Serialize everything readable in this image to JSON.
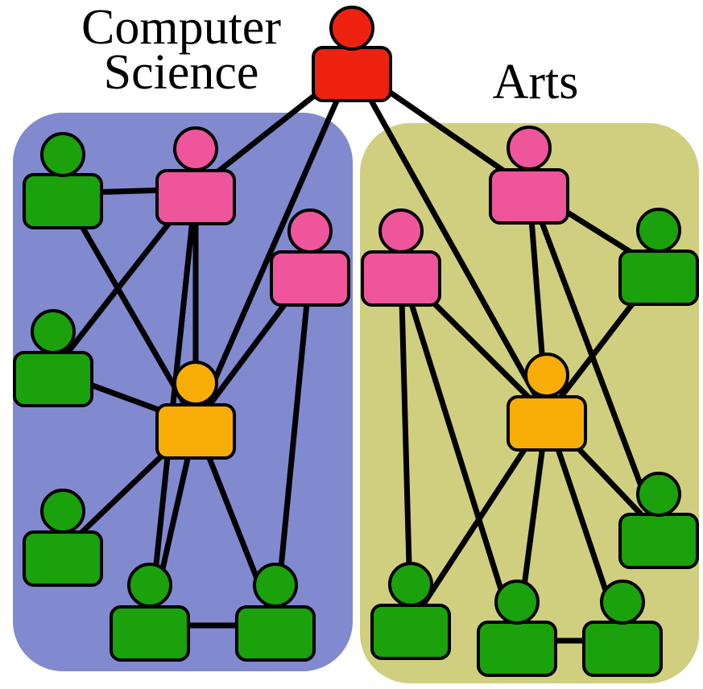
{
  "groups": {
    "computer_science": {
      "title_line1": "Computer",
      "title_line2": "Science",
      "color": "#8189cf"
    },
    "arts": {
      "title": "Arts",
      "color": "#cfcf7f"
    }
  },
  "legend_colors": {
    "top": "#ee2211",
    "hub": "#f8ad06",
    "connector": "#ee559a",
    "member": "#1aa10c"
  },
  "nodes": [
    {
      "id": "top",
      "role": "top"
    },
    {
      "id": "cs-hub",
      "role": "hub"
    },
    {
      "id": "cs-pink-upper",
      "role": "connector"
    },
    {
      "id": "cs-pink-right",
      "role": "connector"
    },
    {
      "id": "cs-green-topleft",
      "role": "member"
    },
    {
      "id": "cs-green-midleft",
      "role": "member"
    },
    {
      "id": "cs-green-lowleft",
      "role": "member"
    },
    {
      "id": "cs-green-bottom1",
      "role": "member"
    },
    {
      "id": "cs-green-bottom2",
      "role": "member"
    },
    {
      "id": "arts-hub",
      "role": "hub"
    },
    {
      "id": "arts-pink-upper",
      "role": "connector"
    },
    {
      "id": "arts-pink-left",
      "role": "connector"
    },
    {
      "id": "arts-green-right-upper",
      "role": "member"
    },
    {
      "id": "arts-green-right-lower",
      "role": "member"
    },
    {
      "id": "arts-green-bottom1",
      "role": "member"
    },
    {
      "id": "arts-green-bottom2",
      "role": "member"
    },
    {
      "id": "arts-green-bottom3",
      "role": "member"
    }
  ],
  "edges": [
    [
      "top",
      "cs-pink-upper"
    ],
    [
      "top",
      "cs-hub"
    ],
    [
      "top",
      "arts-pink-upper"
    ],
    [
      "top",
      "arts-hub"
    ],
    [
      "cs-green-topleft",
      "cs-pink-upper"
    ],
    [
      "cs-green-topleft",
      "cs-hub"
    ],
    [
      "cs-pink-upper",
      "cs-hub"
    ],
    [
      "cs-pink-upper",
      "cs-green-midleft"
    ],
    [
      "cs-pink-upper",
      "cs-green-bottom1"
    ],
    [
      "cs-pink-right",
      "cs-hub"
    ],
    [
      "cs-pink-right",
      "cs-green-bottom2"
    ],
    [
      "cs-green-midleft",
      "cs-hub"
    ],
    [
      "cs-hub",
      "cs-green-lowleft"
    ],
    [
      "cs-hub",
      "cs-green-bottom1"
    ],
    [
      "cs-hub",
      "cs-green-bottom2"
    ],
    [
      "cs-green-bottom1",
      "cs-green-bottom2"
    ],
    [
      "arts-pink-upper",
      "arts-green-right-upper"
    ],
    [
      "arts-pink-upper",
      "arts-hub"
    ],
    [
      "arts-pink-upper",
      "arts-green-right-lower"
    ],
    [
      "arts-pink-left",
      "arts-hub"
    ],
    [
      "arts-pink-left",
      "arts-green-bottom1"
    ],
    [
      "arts-pink-left",
      "arts-green-bottom2"
    ],
    [
      "arts-green-right-upper",
      "arts-hub"
    ],
    [
      "arts-hub",
      "arts-green-right-lower"
    ],
    [
      "arts-hub",
      "arts-green-bottom1"
    ],
    [
      "arts-hub",
      "arts-green-bottom2"
    ],
    [
      "arts-hub",
      "arts-green-bottom3"
    ],
    [
      "arts-green-bottom2",
      "arts-green-bottom3"
    ]
  ]
}
